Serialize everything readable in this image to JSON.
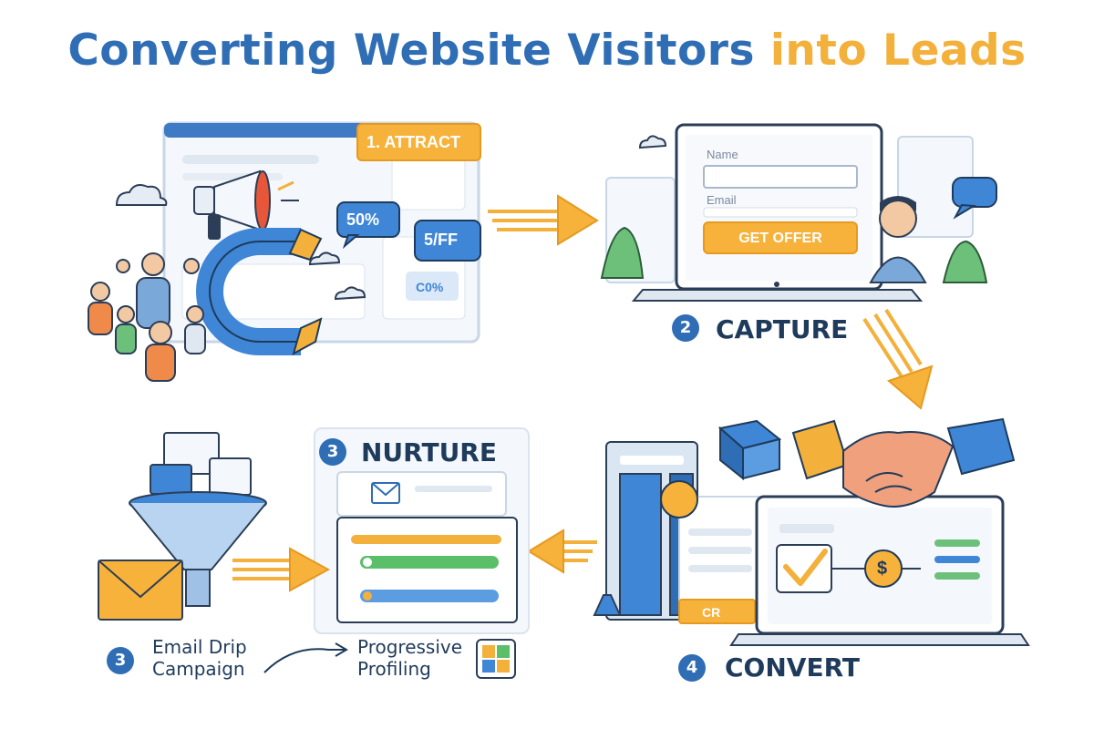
{
  "title": {
    "part1": "Converting Website Visitors",
    "part2": "into Leads"
  },
  "colors": {
    "blue": "#2f6db5",
    "orange": "#f3b03a",
    "dark": "#1f3b5c",
    "green": "#5bbf6a"
  },
  "step_attract": {
    "label": "1. ATTRACT",
    "badge_50": "50%",
    "badge_5ff": "5/FF",
    "badge_c0": "C0%"
  },
  "step_capture": {
    "number": "2",
    "label": "CAPTURE",
    "field_name": "Name",
    "field_email": "Email",
    "button": "GET OFFER"
  },
  "step_nurture": {
    "number": "3",
    "label": "NURTURE"
  },
  "step_convert": {
    "number": "4",
    "label": "CONVERT",
    "crm_tag": "CR"
  },
  "email_drip": {
    "number": "3",
    "line1": "Email Drip",
    "line2": "Campaign"
  },
  "progressive": {
    "line1": "Progressive",
    "line2": "Profiling"
  },
  "icons": [
    "megaphone-icon",
    "magnet-icon",
    "people-icon",
    "laptop-icon",
    "chat-bubble-icon",
    "funnel-icon",
    "envelope-icon",
    "handshake-icon",
    "dollar-coin-icon",
    "checkmark-icon",
    "server-icon",
    "cloud-icon",
    "plant-icon"
  ]
}
